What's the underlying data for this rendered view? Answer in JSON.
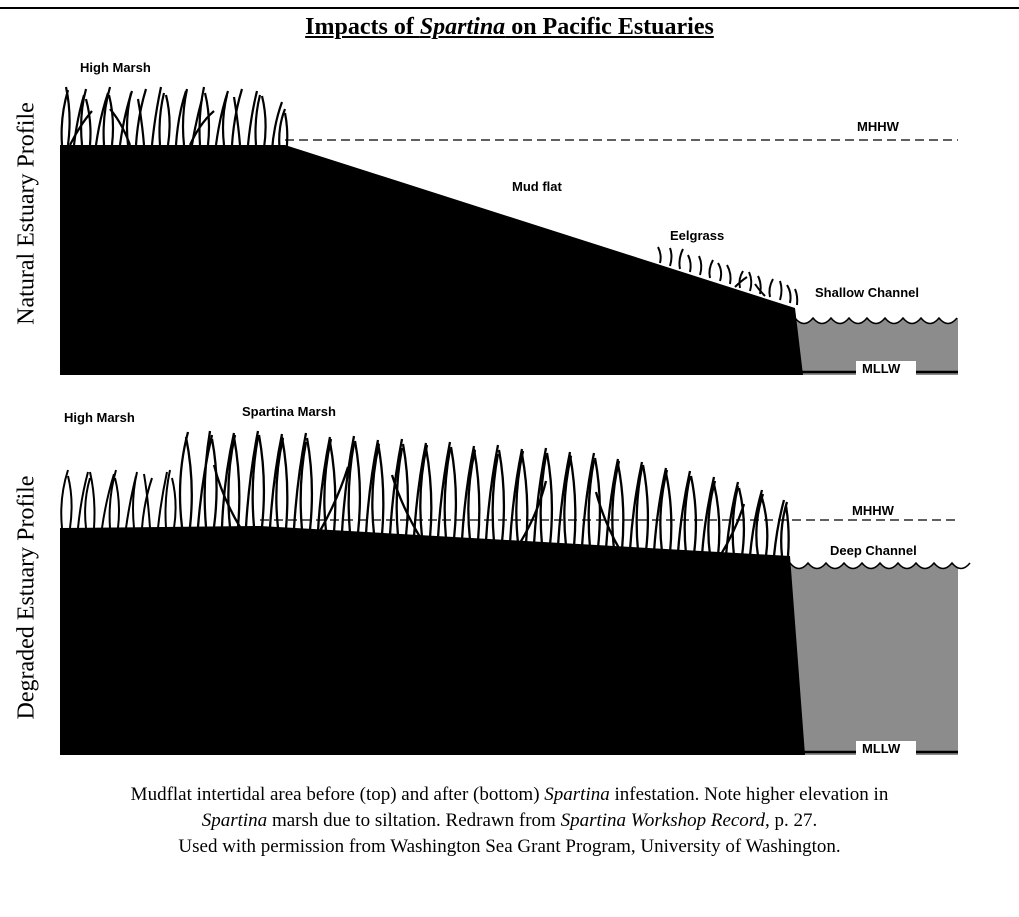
{
  "title": {
    "prefix": "Impacts of ",
    "italic": "Spartina",
    "suffix": " on Pacific Estuaries"
  },
  "natural_profile": {
    "side_label": "Natural Estuary Profile",
    "labels": {
      "high_marsh": "High Marsh",
      "mhhw": "MHHW",
      "mud_flat": "Mud flat",
      "eelgrass": "Eelgrass",
      "shallow_channel": "Shallow Channel",
      "mllw": "MLLW"
    }
  },
  "degraded_profile": {
    "side_label": "Degraded Estuary Profile",
    "labels": {
      "high_marsh": "High Marsh",
      "spartina_marsh": "Spartina Marsh",
      "mhhw": "MHHW",
      "deep_channel": "Deep Channel",
      "mllw": "MLLW"
    }
  },
  "caption": {
    "line1_a": "Mudflat intertidal area before (top) and after (bottom) ",
    "line1_i": "Spartina",
    "line1_b": " infestation.  Note higher elevation in",
    "line2_i1": "Spartina",
    "line2_a": " marsh due to siltation.  Redrawn from ",
    "line2_i2": "Spartina Workshop Record",
    "line2_b": ", p. 27.",
    "line3": "Used with permission from Washington Sea Grant Program, University of Washington."
  },
  "colors": {
    "ground": "#000000",
    "water": "#8c8c8c",
    "text": "#000000"
  }
}
